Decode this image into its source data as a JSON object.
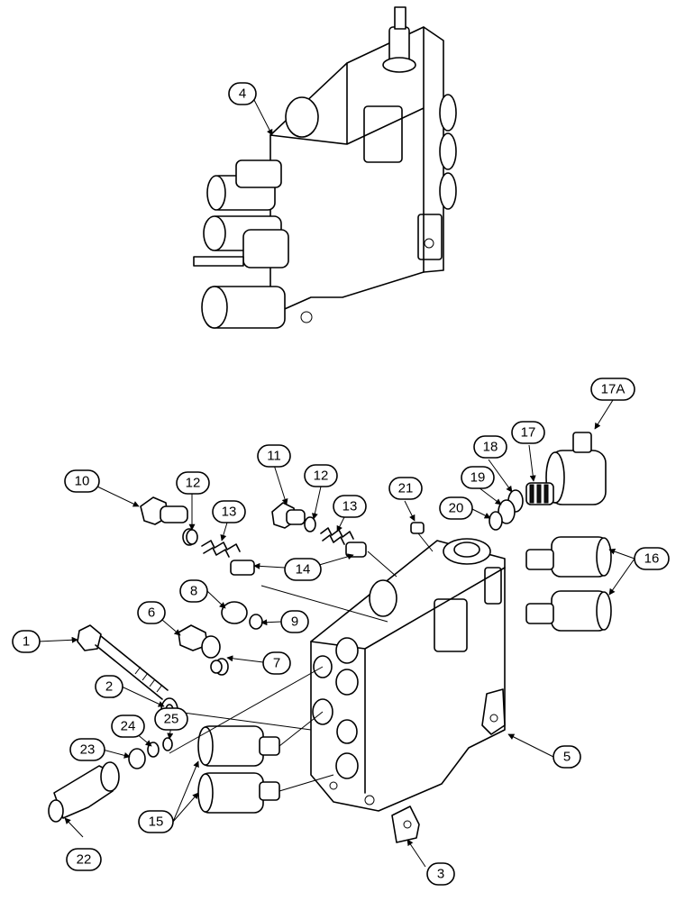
{
  "callouts": [
    {
      "id": "c1",
      "label": "1"
    },
    {
      "id": "c2",
      "label": "2"
    },
    {
      "id": "c3",
      "label": "3"
    },
    {
      "id": "c4",
      "label": "4"
    },
    {
      "id": "c5",
      "label": "5"
    },
    {
      "id": "c6",
      "label": "6"
    },
    {
      "id": "c7",
      "label": "7"
    },
    {
      "id": "c8",
      "label": "8"
    },
    {
      "id": "c9",
      "label": "9"
    },
    {
      "id": "c10",
      "label": "10"
    },
    {
      "id": "c11",
      "label": "11"
    },
    {
      "id": "c12a",
      "label": "12"
    },
    {
      "id": "c12b",
      "label": "12"
    },
    {
      "id": "c13a",
      "label": "13"
    },
    {
      "id": "c13b",
      "label": "13"
    },
    {
      "id": "c14",
      "label": "14"
    },
    {
      "id": "c15",
      "label": "15"
    },
    {
      "id": "c16",
      "label": "16"
    },
    {
      "id": "c17",
      "label": "17"
    },
    {
      "id": "c17A",
      "label": "17A"
    },
    {
      "id": "c18",
      "label": "18"
    },
    {
      "id": "c19",
      "label": "19"
    },
    {
      "id": "c20",
      "label": "20"
    },
    {
      "id": "c21",
      "label": "21"
    },
    {
      "id": "c22",
      "label": "22"
    },
    {
      "id": "c23",
      "label": "23"
    },
    {
      "id": "c24",
      "label": "24"
    },
    {
      "id": "c25",
      "label": "25"
    }
  ]
}
